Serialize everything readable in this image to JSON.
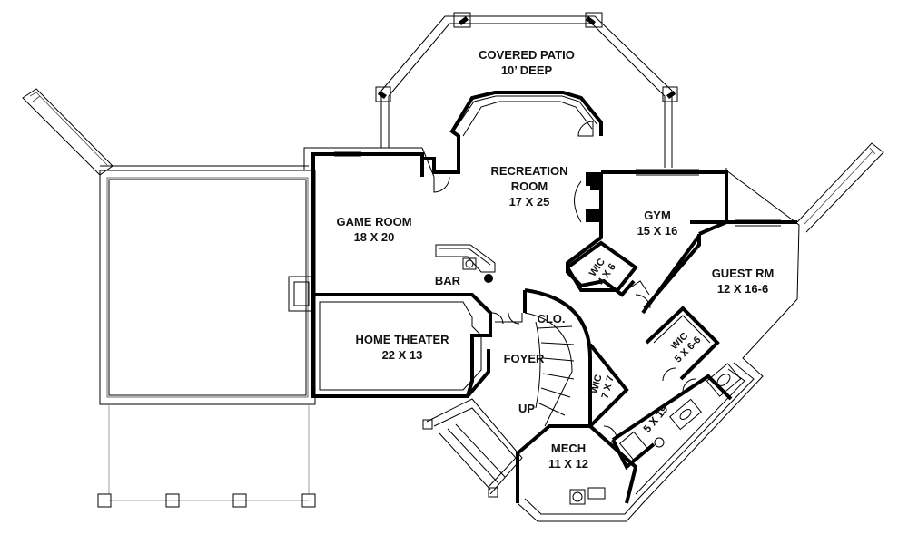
{
  "rooms": {
    "covered_patio": {
      "name": "COVERED PATIO",
      "dim": "10’ DEEP"
    },
    "recreation_room": {
      "name1": "RECREATION",
      "name2": "ROOM",
      "dim": "17 X 25"
    },
    "game_room": {
      "name": "GAME ROOM",
      "dim": "18 X 20"
    },
    "gym": {
      "name": "GYM",
      "dim": "15 X 16"
    },
    "guest_rm": {
      "name": "GUEST RM",
      "dim": "12 X 16-6"
    },
    "home_theater": {
      "name": "HOME THEATER",
      "dim": "22 X 13"
    },
    "mech": {
      "name": "MECH",
      "dim": "11 X 12"
    }
  },
  "labels": {
    "bar": "BAR",
    "clo": "CLO.",
    "foyer": "FOYER",
    "up": "UP",
    "wic_gym": {
      "name": "WIC",
      "dim": "4 X 6"
    },
    "wic_guest": {
      "name": "WIC",
      "dim": "5 X 6-6"
    },
    "wic_foyer": {
      "name": "WIC",
      "dim": "7 X 7"
    },
    "bath": "5 X 19"
  }
}
